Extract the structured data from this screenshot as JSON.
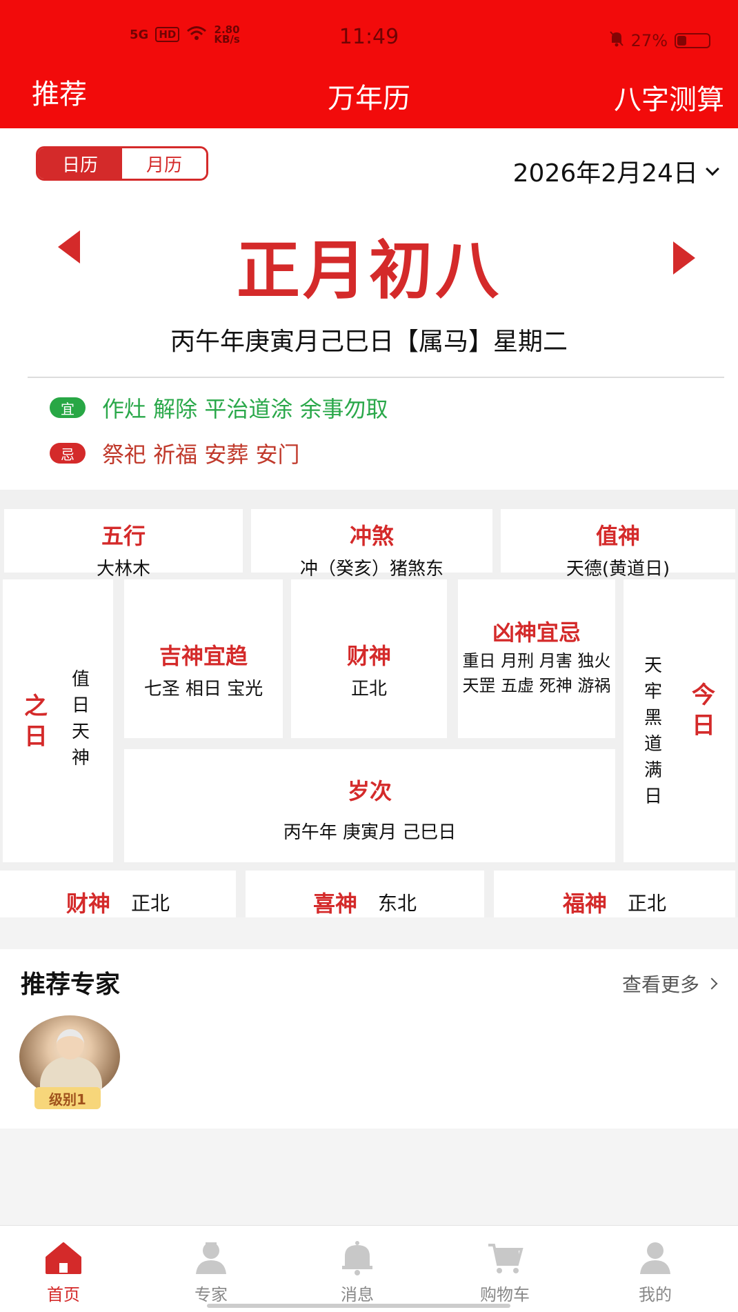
{
  "status_bar": {
    "network": "5G",
    "hd": "HD",
    "speed": "2.80",
    "speed_unit": "KB/s",
    "time": "11:49",
    "battery": "27%"
  },
  "nav": {
    "left": "推荐",
    "title": "万年历",
    "right": "八字测算"
  },
  "calendar": {
    "tabs": [
      "日历",
      "月历"
    ],
    "active_tab": "日历",
    "date": "2026年2月24日",
    "lunar_date": "正月初八",
    "ganzhi": "丙午年庚寅月己巳日【属马】星期二",
    "yi_label": "宜",
    "yi_text": "作灶 解除 平治道涂 余事勿取",
    "ji_label": "忌",
    "ji_text": "祭祀 祈福 安葬 安门"
  },
  "grid": {
    "wuxing": {
      "title": "五行",
      "value": "大林木"
    },
    "chongsha": {
      "title": "冲煞",
      "value": "冲（癸亥）猪煞东"
    },
    "zhishen": {
      "title": "值神",
      "value": "天德(黄道日)"
    },
    "zhiri": {
      "title": "之日",
      "value": "值日天神"
    },
    "jishen": {
      "title": "吉神宜趋",
      "value": "七圣 相日 宝光"
    },
    "caishen": {
      "title": "财神",
      "value": "正北"
    },
    "xiongshen": {
      "title": "凶神宜忌",
      "value": "重日 月刑 月害 独火 天罡 五虚 死神 游祸"
    },
    "suici": {
      "title": "岁次",
      "value": "丙午年 庚寅月 己巳日"
    },
    "jinri": {
      "title": "今日",
      "value": "天牢黑道满日"
    },
    "bottom": [
      {
        "title": "财神",
        "value": "正北"
      },
      {
        "title": "喜神",
        "value": "东北"
      },
      {
        "title": "福神",
        "value": "正北"
      }
    ]
  },
  "experts": {
    "title": "推荐专家",
    "more": "查看更多",
    "items": [
      {
        "level": "级别1"
      }
    ]
  },
  "tabbar": [
    {
      "label": "首页",
      "icon": "home-icon",
      "active": true
    },
    {
      "label": "专家",
      "icon": "expert-icon",
      "active": false
    },
    {
      "label": "消息",
      "icon": "bell-icon",
      "active": false
    },
    {
      "label": "购物车",
      "icon": "cart-icon",
      "active": false
    },
    {
      "label": "我的",
      "icon": "user-icon",
      "active": false
    }
  ],
  "colors": {
    "header_red": "#f20b0b",
    "accent_red": "#d42a2a",
    "yi_green": "#28a745"
  }
}
